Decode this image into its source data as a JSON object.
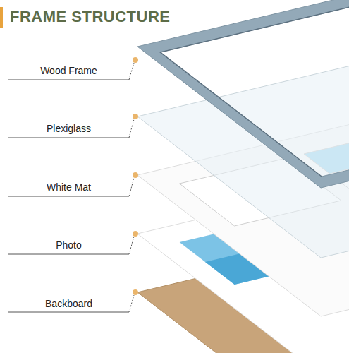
{
  "diagram": {
    "title": "FRAME STRUCTURE",
    "labels": [
      "Wood Frame",
      "Plexiglass",
      "White Mat",
      "Photo",
      "Backboard"
    ]
  }
}
